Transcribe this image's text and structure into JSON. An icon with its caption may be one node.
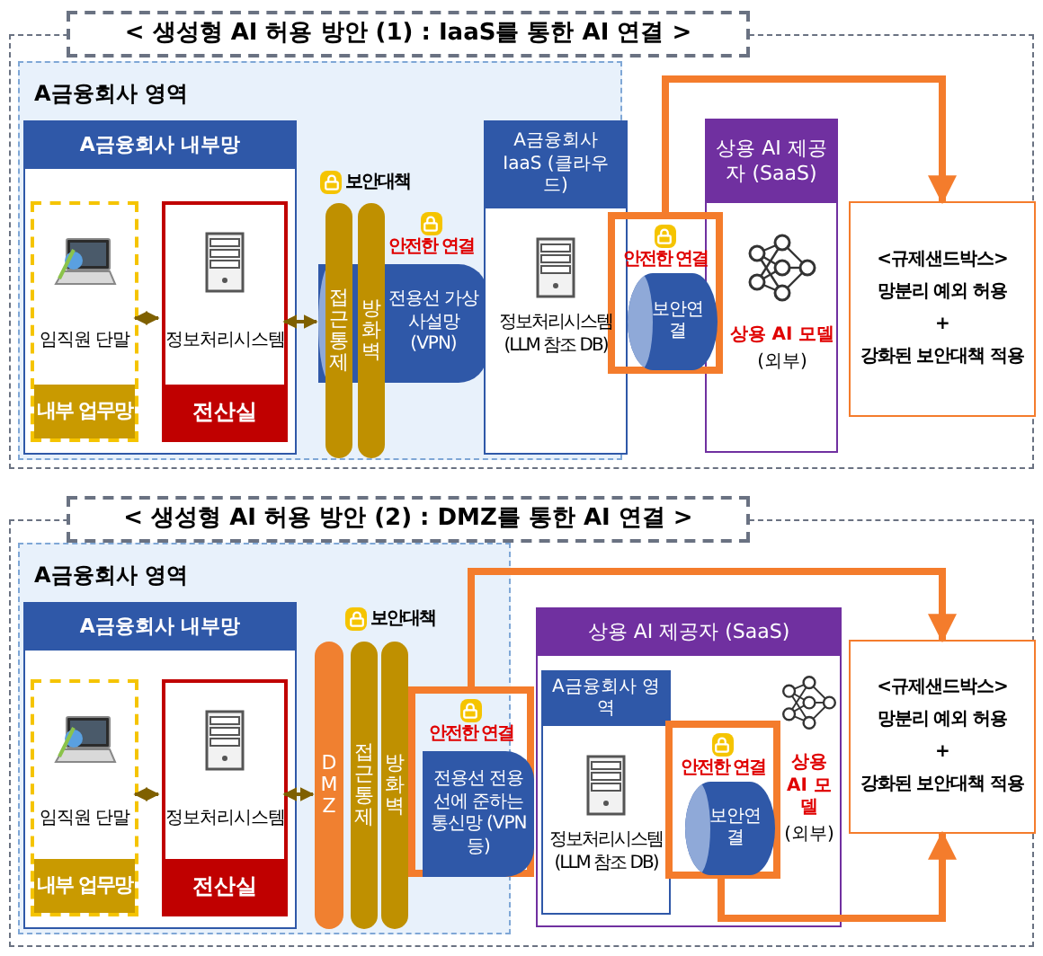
{
  "diagram": {
    "nodes": [
      {
        "text": [
          "< 생성형 AI 허용 방안 (1) : IaaS를 통한 AI 연결 >"
        ]
      },
      {
        "text": [
          "A금융회사 영역"
        ]
      },
      {
        "text": [
          "A금융회사 내부망"
        ],
        "in": 1
      },
      {
        "text": [
          "임직원 단말",
          "내부 업무망"
        ],
        "in": 2
      },
      {
        "text": [
          "정보처리시스템",
          "전산실"
        ],
        "in": 2
      },
      {
        "text": [
          "접근통제"
        ],
        "in": 1
      },
      {
        "text": [
          "방화벽"
        ],
        "in": 1
      },
      {
        "text": [
          "전용선 가상사설망(VPN)"
        ],
        "in": 1
      },
      {
        "text": [
          "A금융회사 IaaS (클라우드)",
          "정보처리시스템 (LLM 참조 DB)"
        ],
        "in": 1
      },
      {
        "text": [
          "안전한 연결"
        ]
      },
      {
        "text": [
          "보안연결"
        ],
        "in": 9
      },
      {
        "text": [
          "상용 AI 제공자 (SaaS)",
          "상용 AI 모델",
          "(외부)"
        ]
      },
      {
        "text": [
          "<규제샌드박스>",
          "망분리 예외 허용",
          "+",
          "강화된 보안대책 적용"
        ]
      },
      {
        "text": [
          "< 생성형 AI 허용 방안 (2) : DMZ를 통한 AI 연결 >"
        ]
      },
      {
        "text": [
          "A금융회사 영역"
        ]
      },
      {
        "text": [
          "A금융회사 내부망"
        ],
        "in": 14
      },
      {
        "text": [
          "임직원 단말",
          "내부 업무망"
        ],
        "in": 15
      },
      {
        "text": [
          "정보처리시스템",
          "전산실"
        ],
        "in": 15
      },
      {
        "text": [
          "DMZ"
        ],
        "in": 14
      },
      {
        "text": [
          "접근통제"
        ],
        "in": 14
      },
      {
        "text": [
          "방화벽"
        ],
        "in": 14
      },
      {
        "text": [
          "안전한 연결"
        ]
      },
      {
        "text": [
          "전용선 전용선에 준하는 통신망 (VPN 등)"
        ],
        "in": 21
      },
      {
        "text": [
          "상용 AI 제공자 (SaaS)",
          "상용 AI 모델",
          "(외부)"
        ]
      },
      {
        "text": [
          "A금융회사 영역",
          "정보처리시스템 (LLM 참조 DB)"
        ],
        "in": 23
      },
      {
        "text": [
          "안전한 연결"
        ],
        "in": 23
      },
      {
        "text": [
          "보안연결"
        ],
        "in": 25
      },
      {
        "text": [
          "<규제샌드박스>",
          "망분리 예외 허용",
          "+",
          "강화된 보안대책 적용"
        ]
      }
    ],
    "edges": [
      {
        "from": 3,
        "to": 4,
        "arrow": "both"
      },
      {
        "from": 4,
        "to": 7,
        "arrow": "both"
      },
      {
        "from": 9,
        "to": 12,
        "arrow": "to",
        "style": "thick",
        "color": "#f47c2c"
      },
      {
        "from": 16,
        "to": 17,
        "arrow": "both"
      },
      {
        "from": 17,
        "to": 18,
        "arrow": "both"
      },
      {
        "from": 21,
        "to": 27,
        "arrow": "to",
        "style": "thick",
        "color": "#f47c2c"
      },
      {
        "from": 25,
        "to": 27,
        "arrow": "to",
        "style": "thick",
        "color": "#f47c2c"
      }
    ],
    "labels": [
      "보안대책",
      "안전한 연결",
      "보안대책"
    ]
  }
}
